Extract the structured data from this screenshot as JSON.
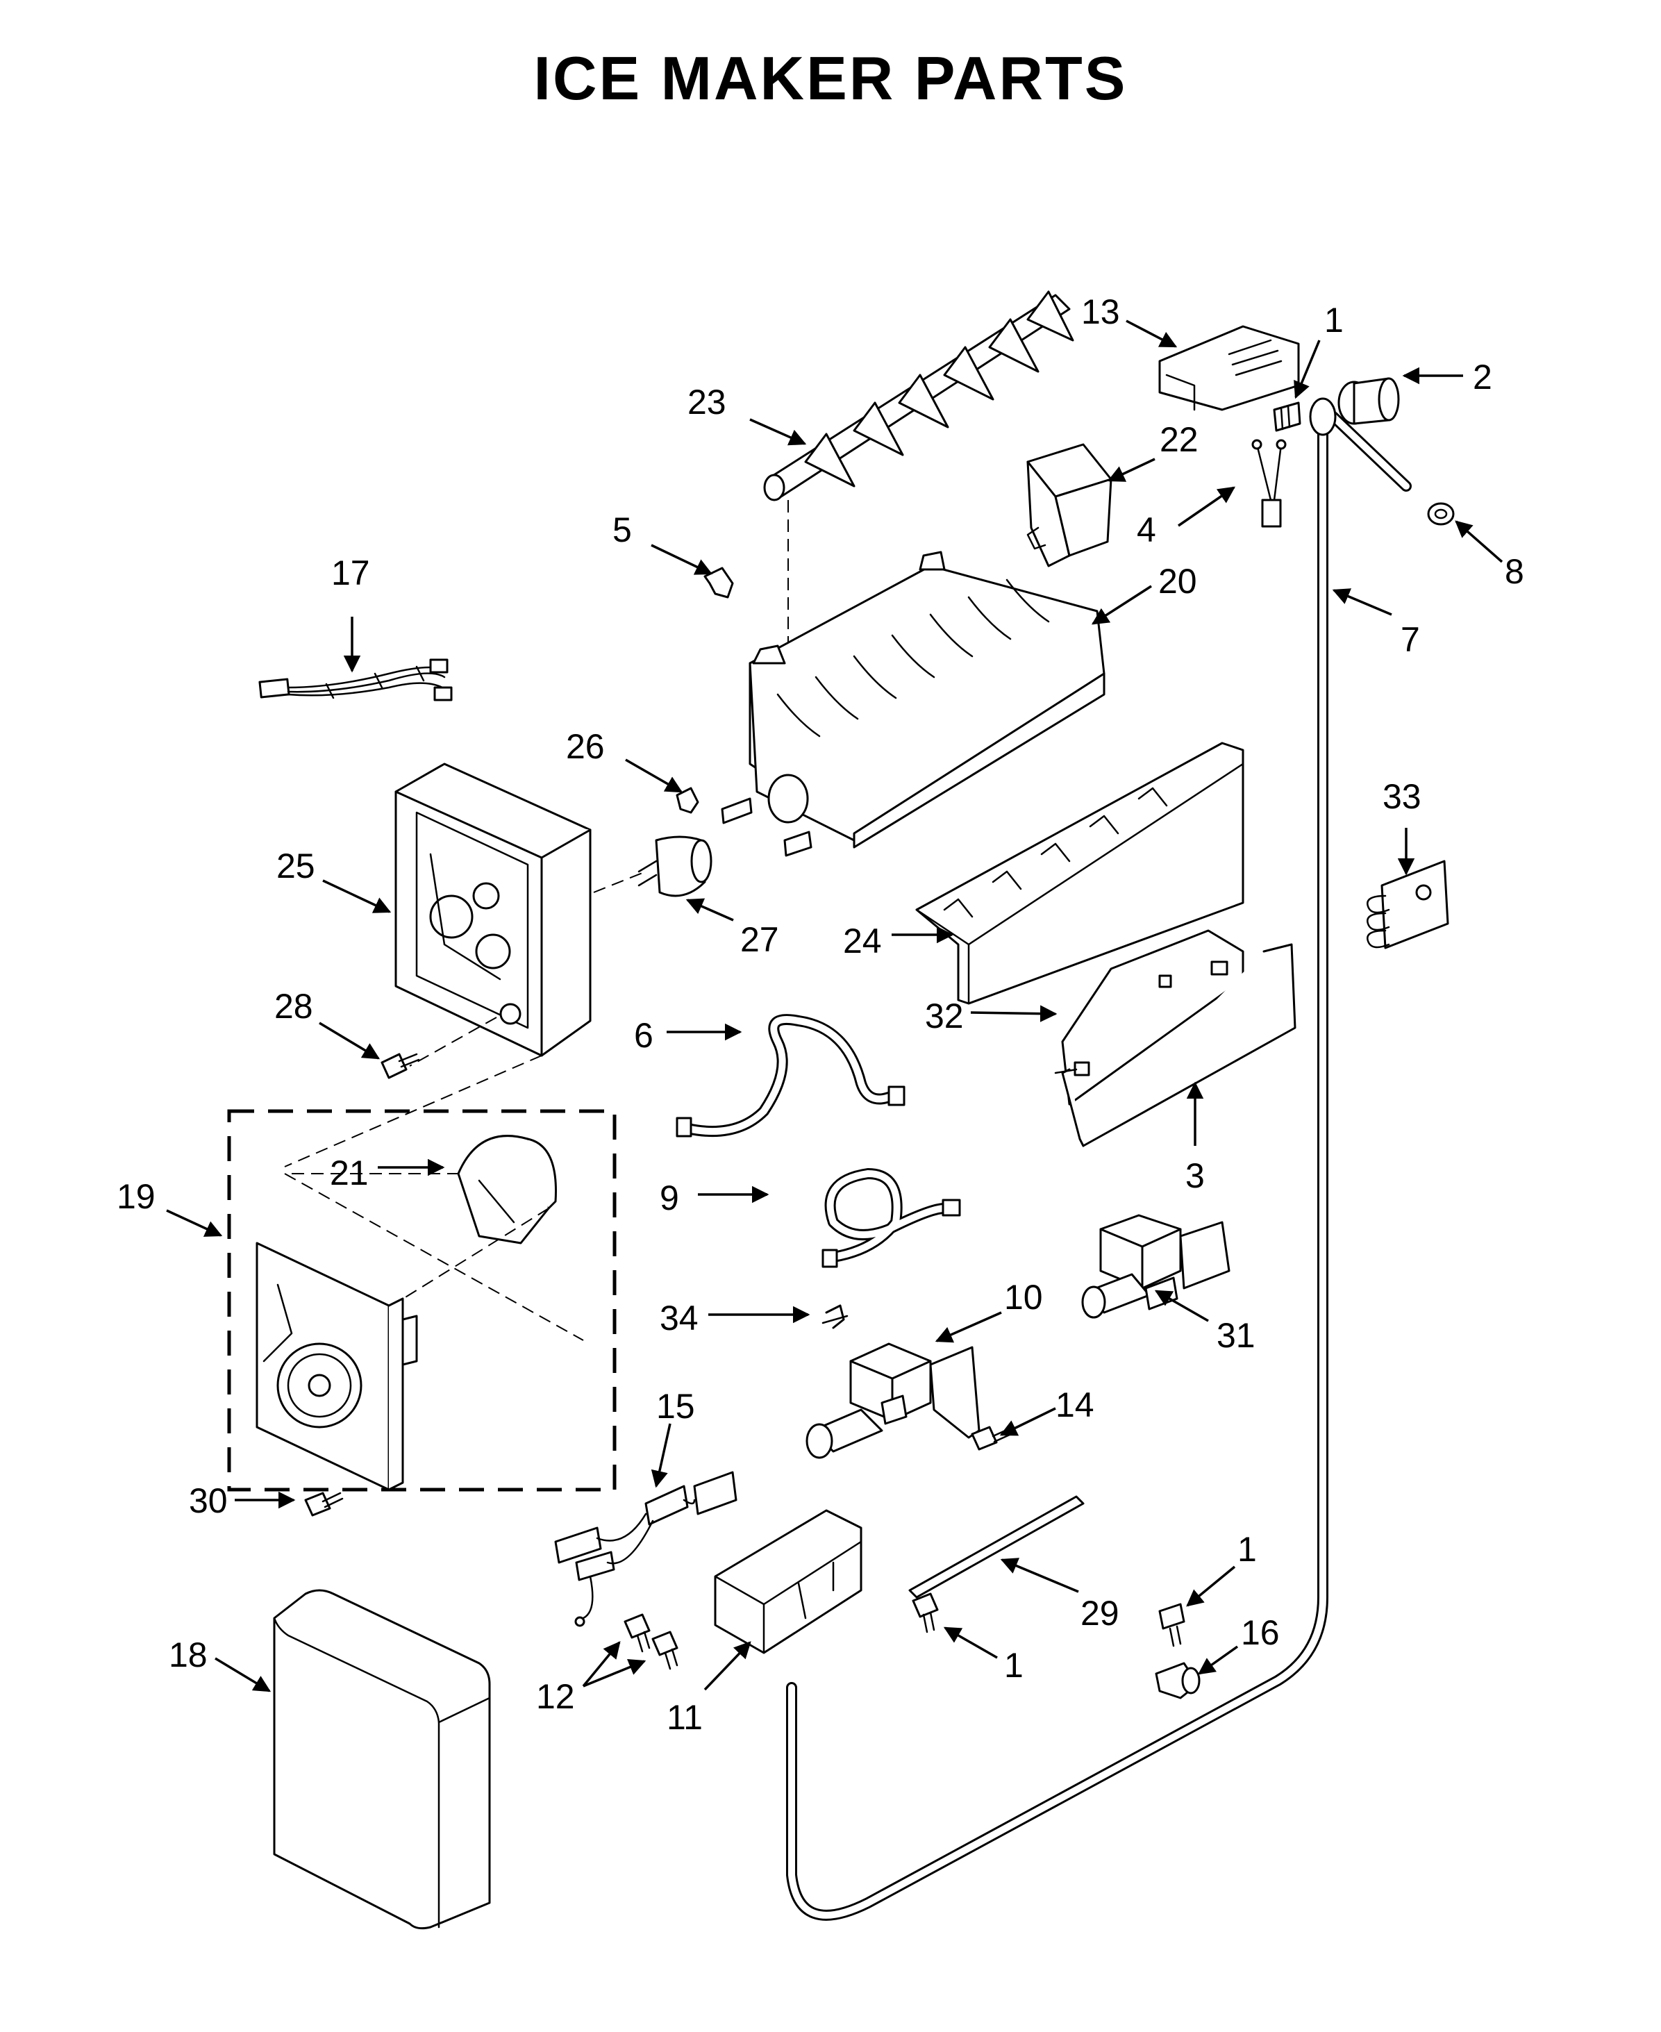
{
  "title": "ICE MAKER PARTS",
  "callouts": [
    {
      "id": "c13",
      "label": "13"
    },
    {
      "id": "c1a",
      "label": "1"
    },
    {
      "id": "c2",
      "label": "2"
    },
    {
      "id": "c23",
      "label": "23"
    },
    {
      "id": "c22",
      "label": "22"
    },
    {
      "id": "c4",
      "label": "4"
    },
    {
      "id": "c8",
      "label": "8"
    },
    {
      "id": "c5",
      "label": "5"
    },
    {
      "id": "c20",
      "label": "20"
    },
    {
      "id": "c7",
      "label": "7"
    },
    {
      "id": "c17",
      "label": "17"
    },
    {
      "id": "c26",
      "label": "26"
    },
    {
      "id": "c33",
      "label": "33"
    },
    {
      "id": "c25",
      "label": "25"
    },
    {
      "id": "c27",
      "label": "27"
    },
    {
      "id": "c24",
      "label": "24"
    },
    {
      "id": "c32",
      "label": "32"
    },
    {
      "id": "c28",
      "label": "28"
    },
    {
      "id": "c6",
      "label": "6"
    },
    {
      "id": "c21",
      "label": "21"
    },
    {
      "id": "c3",
      "label": "3"
    },
    {
      "id": "c19",
      "label": "19"
    },
    {
      "id": "c9",
      "label": "9"
    },
    {
      "id": "c34",
      "label": "34"
    },
    {
      "id": "c10",
      "label": "10"
    },
    {
      "id": "c31",
      "label": "31"
    },
    {
      "id": "c15",
      "label": "15"
    },
    {
      "id": "c14",
      "label": "14"
    },
    {
      "id": "c30",
      "label": "30"
    },
    {
      "id": "c1b",
      "label": "1"
    },
    {
      "id": "c29",
      "label": "29"
    },
    {
      "id": "c16",
      "label": "16"
    },
    {
      "id": "c18",
      "label": "18"
    },
    {
      "id": "c1c",
      "label": "1"
    },
    {
      "id": "c12",
      "label": "12"
    },
    {
      "id": "c11",
      "label": "11"
    }
  ]
}
